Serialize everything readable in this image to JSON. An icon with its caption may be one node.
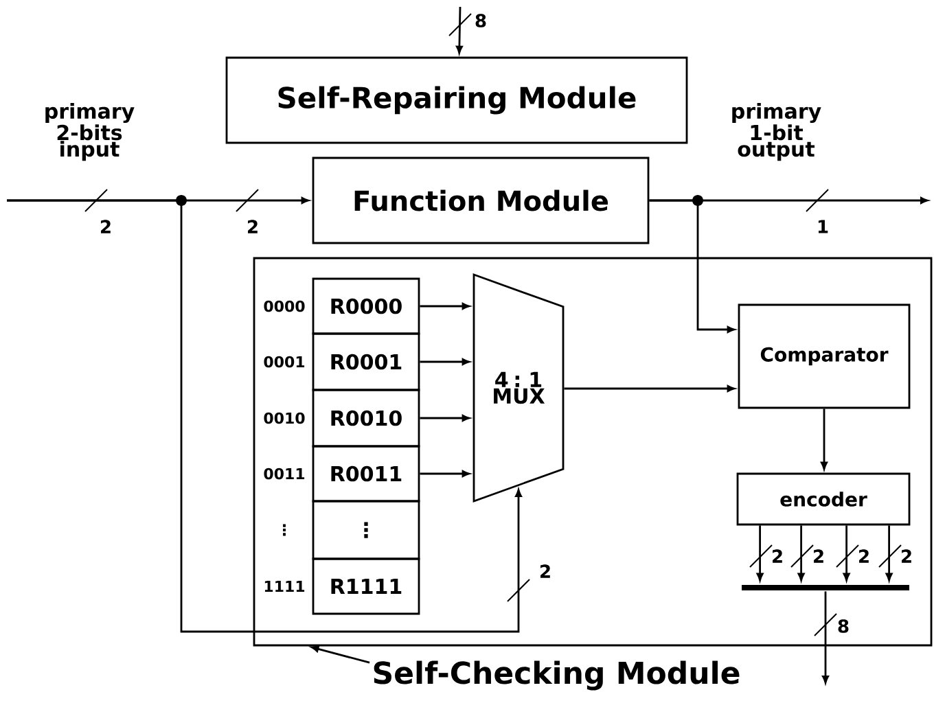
{
  "diagram": {
    "nodes": [
      {
        "text": [
          "Self-Repairing Module"
        ]
      },
      {
        "text": [
          "Function Module"
        ]
      },
      {
        "text": [],
        "shape": "box"
      },
      {
        "text": [
          "R0000"
        ],
        "in": 2,
        "beside": [
          "0000"
        ]
      },
      {
        "text": [
          "R0001"
        ],
        "in": 2,
        "beside": [
          "0001"
        ]
      },
      {
        "text": [
          "R0010"
        ],
        "in": 2,
        "beside": [
          "0010"
        ]
      },
      {
        "text": [
          "R0011"
        ],
        "in": 2,
        "beside": [
          "0011"
        ]
      },
      {
        "text": [
          "⋮"
        ],
        "in": 2,
        "beside": [
          "⋮"
        ]
      },
      {
        "text": [
          "R1111"
        ],
        "in": 2,
        "beside": [
          "1111"
        ]
      },
      {
        "text": [
          "4 : 1 MUX"
        ],
        "in": 2
      },
      {
        "text": [
          "Comparator"
        ],
        "in": 2
      },
      {
        "text": [
          "encoder"
        ],
        "in": 2
      },
      {
        "text": [],
        "shape": "bar",
        "in": 2
      },
      {
        "text": [
          "Self-Checking Module"
        ]
      }
    ],
    "edges": [
      {
        "from": null,
        "to": 0,
        "arrow": "to",
        "label": "8"
      },
      {
        "from": null,
        "to": 1,
        "arrow": "to",
        "label": "2"
      },
      {
        "from": null,
        "to": 9,
        "arrow": "to",
        "label": "2"
      },
      {
        "from": 1,
        "to": null,
        "arrow": "to",
        "label": "1"
      },
      {
        "from": 1,
        "to": 10,
        "arrow": "to"
      },
      {
        "from": 3,
        "to": 9,
        "arrow": "to"
      },
      {
        "from": 4,
        "to": 9,
        "arrow": "to"
      },
      {
        "from": 5,
        "to": 9,
        "arrow": "to"
      },
      {
        "from": 6,
        "to": 9,
        "arrow": "to"
      },
      {
        "from": 9,
        "to": 10,
        "arrow": "to"
      },
      {
        "from": 10,
        "to": 11,
        "arrow": "to"
      },
      {
        "from": 11,
        "to": 12,
        "arrow": "to",
        "label": "2"
      },
      {
        "from": 11,
        "to": 12,
        "arrow": "to",
        "label": "2"
      },
      {
        "from": 11,
        "to": 12,
        "arrow": "to",
        "label": "2"
      },
      {
        "from": 11,
        "to": 12,
        "arrow": "to",
        "label": "2"
      },
      {
        "from": 12,
        "to": null,
        "arrow": "to",
        "label": "8"
      },
      {
        "from": 13,
        "to": 2,
        "arrow": "to"
      }
    ],
    "labels": [
      "primary 2-bits input",
      "2",
      "primary 1-bit output"
    ]
  }
}
